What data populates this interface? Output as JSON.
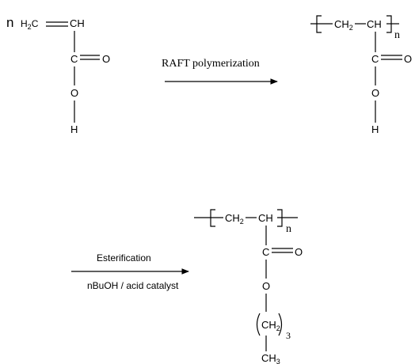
{
  "monomer": {
    "prefix": "n",
    "ch2": "H2C",
    "ch": "CH",
    "c": "C",
    "o_double": "O",
    "o": "O",
    "h": "H"
  },
  "step1": {
    "label": "RAFT polymerization"
  },
  "polymer1": {
    "ch2": "CH2",
    "ch": "CH",
    "n": "n",
    "c": "C",
    "o_double": "O",
    "o": "O",
    "h": "H"
  },
  "step2": {
    "label_top": "Esterification",
    "label_bottom": "nBuOH / acid catalyst"
  },
  "polymer2": {
    "ch2": "CH2",
    "ch": "CH",
    "n": "n",
    "c": "C",
    "o_double": "O",
    "o": "O",
    "chain": "CH2",
    "chain_count": "3",
    "ch3": "CH3"
  }
}
